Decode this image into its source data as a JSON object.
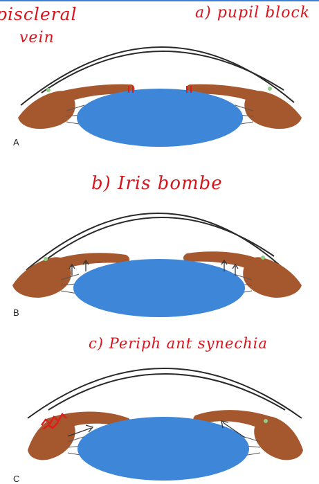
{
  "colors": {
    "accent_top": "#3c7fd8",
    "handwriting": "#d8141c",
    "iris": "#a5582e",
    "lens": "#3d86d8",
    "cornea": "#2a2a2a",
    "trabecular_meshwork": "#8fd08a",
    "synechiae_mark": "#e01b1b"
  },
  "annotations": {
    "episcleral": "piscleral",
    "vein": "vein",
    "a": "a) pupil block",
    "b": "b) Iris bombe",
    "c": "c) Periph ant synechia"
  },
  "panels": [
    {
      "letter": "A"
    },
    {
      "letter": "B"
    },
    {
      "letter": "C"
    }
  ]
}
